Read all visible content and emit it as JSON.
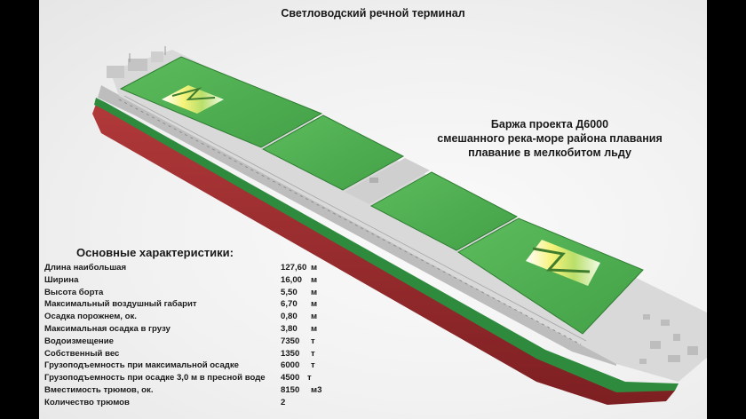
{
  "title": "Светловодский речной терминал",
  "subtitle": {
    "lines": [
      "Баржа проекта Д6000",
      "смешанного река-море района плавания",
      "плавание в мелкобитом льду"
    ]
  },
  "specs": {
    "heading": "Основные характеристики:",
    "rows": [
      {
        "name": "Длина наибольшая",
        "value": "127,60",
        "unit": "м"
      },
      {
        "name": "Ширина",
        "value": "16,00",
        "unit": "м"
      },
      {
        "name": "Высота борта",
        "value": "5,50",
        "unit": "м"
      },
      {
        "name": "Максимальный воздушный габарит",
        "value": "6,70",
        "unit": "м"
      },
      {
        "name": "Осадка порожнем, ок.",
        "value": "0,80",
        "unit": "м"
      },
      {
        "name": "Максимальная осадка в грузу",
        "value": "3,80",
        "unit": "м"
      },
      {
        "name": "Водоизмещение",
        "value": "7350",
        "unit": "т"
      },
      {
        "name": "Собственный вес",
        "value": "1350",
        "unit": "т"
      },
      {
        "name": "Грузоподъемность при максимальной осадке",
        "value": "6000",
        "unit": "т"
      },
      {
        "name": "Грузоподъемность при осадке 3,0 м в пресной воде",
        "value": "4500",
        "unit": "т"
      },
      {
        "name": "Вместимость трюмов, ок.",
        "value": "8150",
        "unit": "м3"
      },
      {
        "name": "Количество трюмов",
        "value": "2",
        "unit": ""
      }
    ]
  },
  "illustration": {
    "subject": "barge-3d-render",
    "colors": {
      "hatch_green": "#4caf50",
      "hull_red": "#9e2a2b",
      "hull_stripe_green": "#2e8b3e",
      "deck_gray": "#d6d6d6"
    }
  }
}
